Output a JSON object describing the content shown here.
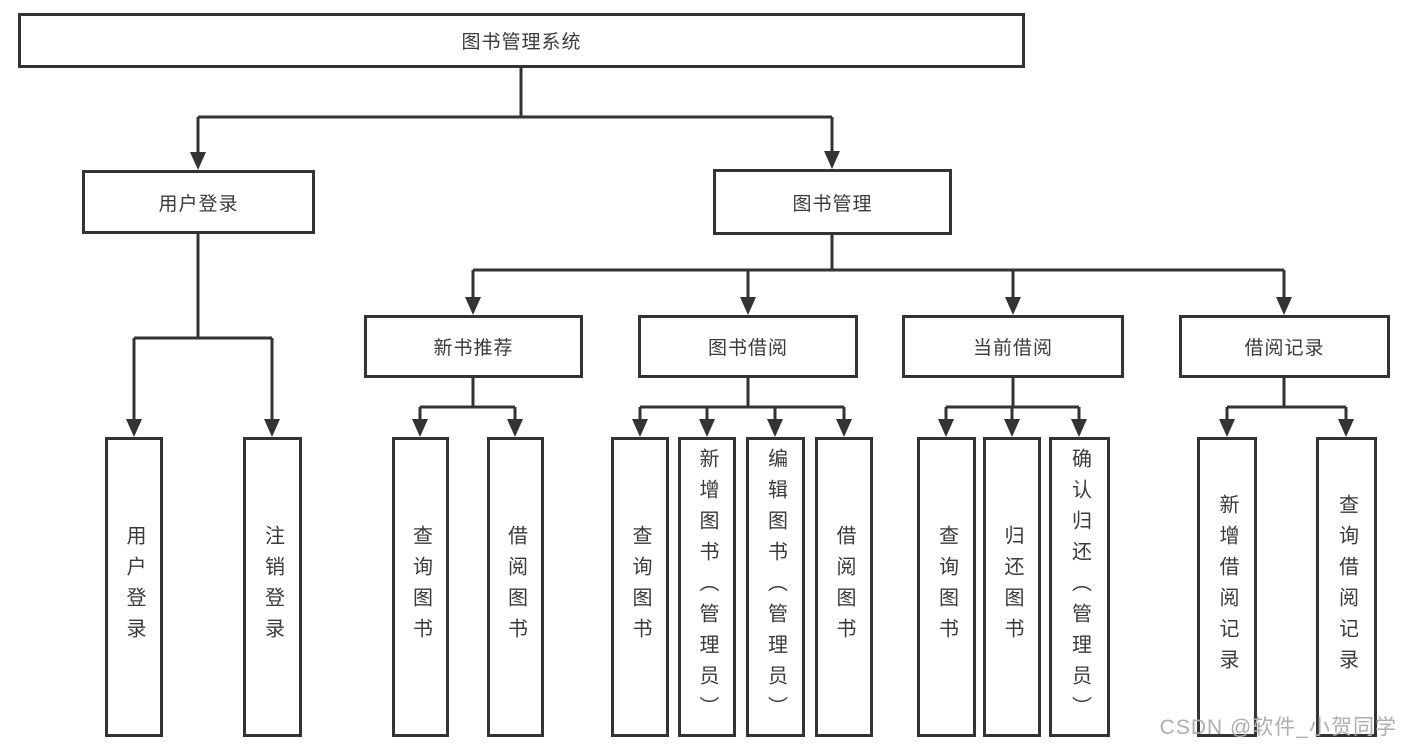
{
  "tree": {
    "label": "图书管理系统",
    "children": [
      {
        "label": "用户登录",
        "children": [
          {
            "label": "用户登录"
          },
          {
            "label": "注销登录"
          }
        ]
      },
      {
        "label": "图书管理",
        "children": [
          {
            "label": "新书推荐",
            "children": [
              {
                "label": "查询图书"
              },
              {
                "label": "借阅图书"
              }
            ]
          },
          {
            "label": "图书借阅",
            "children": [
              {
                "label": "查询图书"
              },
              {
                "label": "新增图书（管理员）"
              },
              {
                "label": "编辑图书（管理员）"
              },
              {
                "label": "借阅图书"
              }
            ]
          },
          {
            "label": "当前借阅",
            "children": [
              {
                "label": "查询图书"
              },
              {
                "label": "归还图书"
              },
              {
                "label": "确认归还（管理员）"
              }
            ]
          },
          {
            "label": "借阅记录",
            "children": [
              {
                "label": "新增借阅记录"
              },
              {
                "label": "查询借阅记录"
              }
            ]
          }
        ]
      }
    ]
  },
  "watermark": {
    "text": "CSDN @软件_小贺同学"
  },
  "colors": {
    "line": "#333333",
    "box_border": "#333333",
    "box_fill": "#ffffff",
    "text": "#3a3a3a",
    "watermark": "#aeaeae",
    "background": "#ffffff"
  }
}
